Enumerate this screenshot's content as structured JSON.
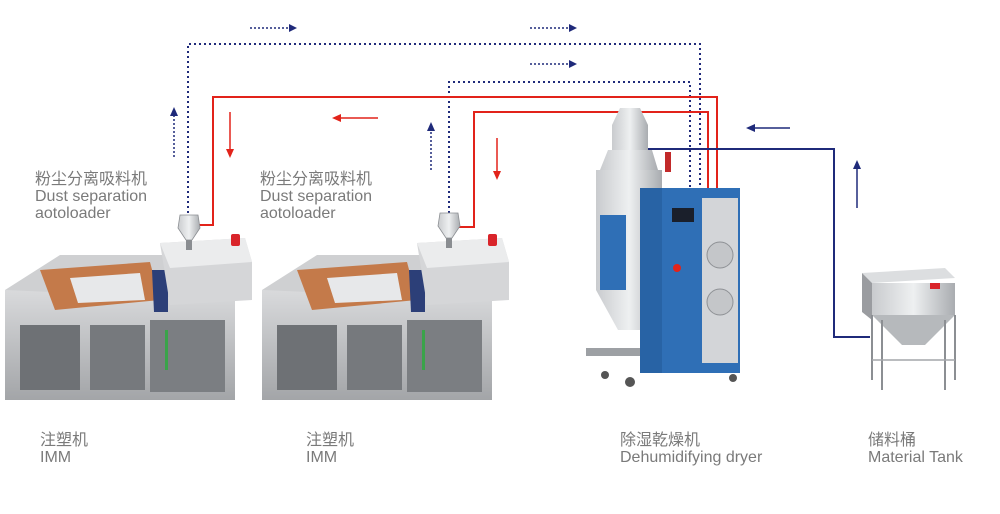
{
  "colors": {
    "vacuum_line": "#1f2a7a",
    "hot_air_line": "#e2231a",
    "material_line": "#1f2a7a",
    "text": "#7a7a7a",
    "dryer_blue": "#2f6fb6"
  },
  "components": {
    "loader_1": {
      "label_zh": "粉尘分离吸料机",
      "label_en_line1": "Dust separation",
      "label_en_line2": "aotoloader"
    },
    "loader_2": {
      "label_zh": "粉尘分离吸料机",
      "label_en_line1": "Dust separation",
      "label_en_line2": "aotoloader"
    },
    "imm_1": {
      "label_zh": "注塑机",
      "label_en": "IMM"
    },
    "imm_2": {
      "label_zh": "注塑机",
      "label_en": "IMM"
    },
    "dryer": {
      "label_zh": "除湿乾燥机",
      "label_en": "Dehumidifying dryer"
    },
    "tank": {
      "label_zh": "储料桶",
      "label_en": "Material Tank"
    }
  }
}
